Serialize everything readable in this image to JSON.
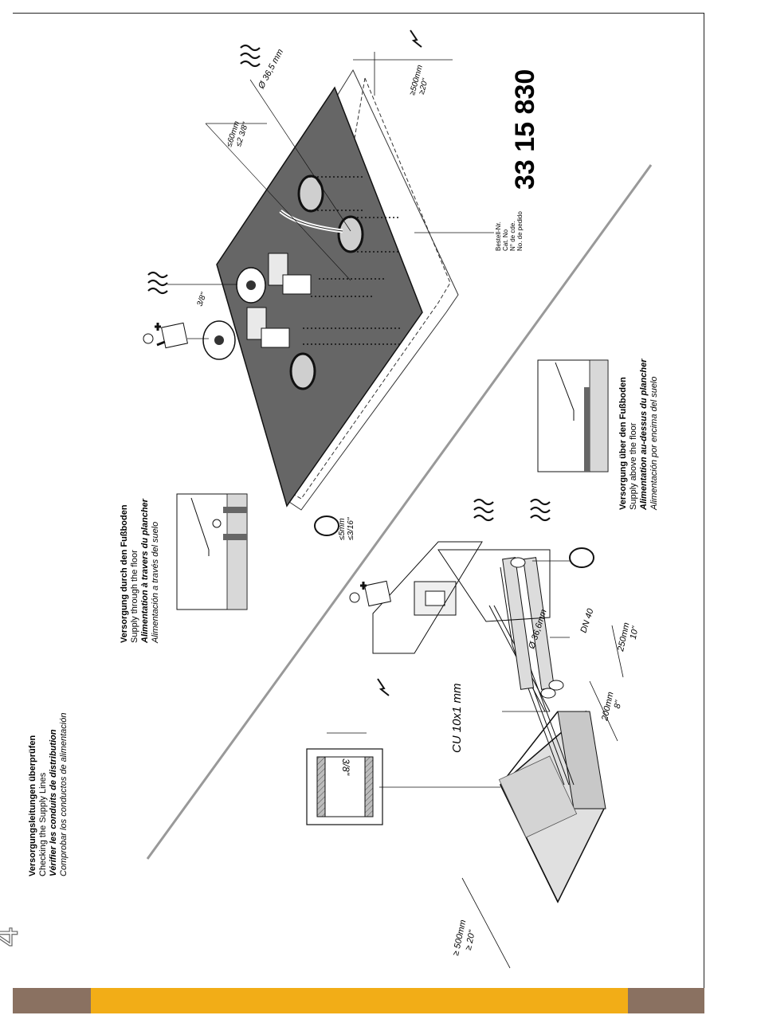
{
  "page": {
    "number": "4",
    "colors": {
      "band_left": "#8a7161",
      "band_middle": "#f2ad17",
      "band_right": "#8a7161",
      "floor_plate": "#666666",
      "ink": "#1a1a1a"
    }
  },
  "order_number": {
    "labels": [
      "Bestell-Nr.",
      "Cat. No",
      "N° de cde.",
      "No. de pedido"
    ],
    "value": "33 15 830"
  },
  "section_check": {
    "lines": [
      "Versorgungsleitungen überprüfen",
      "Checking the Supply Lines",
      "Vérifier les conduits de distribution",
      "Comprobar los conductos de alimentación"
    ]
  },
  "section_through_floor": {
    "lines": [
      "Versorgung durch den Fußboden",
      "Supply through the floor",
      "Alimentation à travers du plancher",
      "Alimentación a través del suelo"
    ]
  },
  "section_above_floor": {
    "lines": [
      "Versorgung über den Fußboden",
      "Supply above the floor",
      "Alimentation au-dessus du plancher",
      "Alimentación por encima del suelo"
    ]
  },
  "dimensions": {
    "top_right_clearance": [
      "≥500mm",
      "≥20\""
    ],
    "diameter_top": "Ø 36,5 mm",
    "valve_spacing": [
      "≤60mm",
      "≤2 3/8\""
    ],
    "valve_thread": "3/8\"",
    "gap": [
      "≤5mm",
      "≤3/16\""
    ],
    "left_clearance": [
      "≥ 500mm",
      "≥ 20\""
    ],
    "pipe_thread": "3/8\"",
    "copper_pipe": "CU 10x1 mm",
    "dist_200": [
      "200mm",
      "8\""
    ],
    "dist_250": [
      "250mm",
      "10\""
    ],
    "diameter_lower": "Ø 36,6mm",
    "drain": "DN 40"
  }
}
